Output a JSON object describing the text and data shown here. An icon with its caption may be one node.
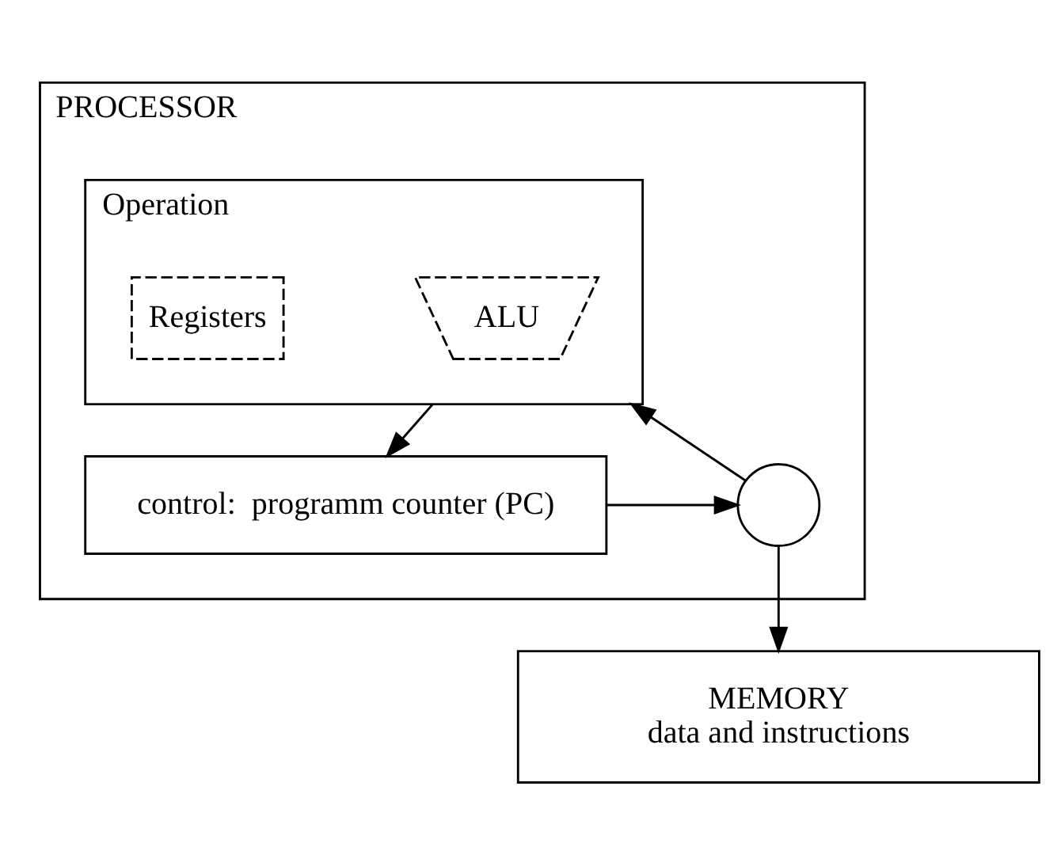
{
  "diagram": {
    "nodes": [
      {
        "text": [
          "PROCESSOR"
        ]
      },
      {
        "text": [
          "Operation"
        ],
        "in": 0
      },
      {
        "text": [
          "ALU"
        ],
        "in": 1
      },
      {
        "text": [
          "Registers"
        ],
        "in": 1
      },
      {
        "text": [
          "control:  programm counter (PC)"
        ],
        "in": 0
      },
      {
        "text": [],
        "shape": "circle",
        "in": 0
      },
      {
        "text": [
          "MEMORY",
          "data and instructions"
        ]
      }
    ],
    "edges": [
      {
        "from": 1,
        "to": 4,
        "arrow": "to"
      },
      {
        "from": 4,
        "to": 5,
        "arrow": "to"
      },
      {
        "from": 5,
        "to": 1,
        "arrow": "to"
      },
      {
        "from": 5,
        "to": 6,
        "arrow": "to"
      }
    ]
  }
}
